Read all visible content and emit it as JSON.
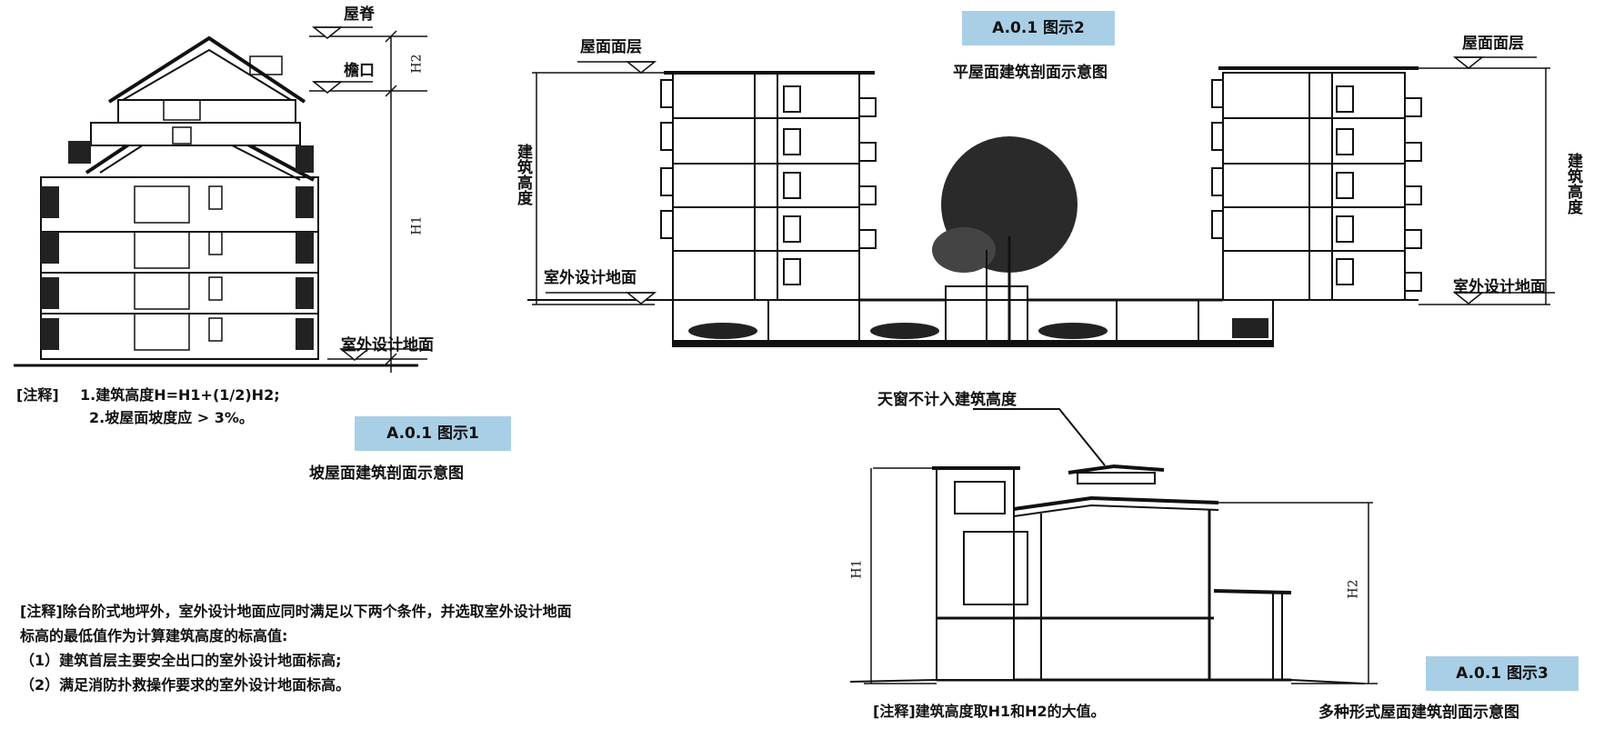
{
  "fig1": {
    "ridge_label": "屋脊",
    "eave_label": "檐口",
    "h2_label": "H2",
    "h1_label": "H1",
    "ground_label": "室外设计地面",
    "note_prefix": "[注释]",
    "note_line1": "1.建筑高度H=H1+(1/2)H2;",
    "note_line2": "2.坡屋面坡度应 > 3%。",
    "badge": "A.0.1 图示1",
    "caption": "坡屋面建筑剖面示意图"
  },
  "fig2": {
    "badge": "A.0.1 图示2",
    "caption": "平屋面建筑剖面示意图",
    "roof_left": "屋面面层",
    "roof_right": "屋面面层",
    "height_left": "建筑高度",
    "height_right": "建筑高度",
    "ground_left": "室外设计地面",
    "ground_right": "室外设计地面"
  },
  "fig3": {
    "skylight_label": "天窗不计入建筑高度",
    "h1_label": "H1",
    "h2_label": "H2",
    "note": "[注释]建筑高度取H1和H2的大值。",
    "badge": "A.0.1 图示3",
    "caption": "多种形式屋面建筑剖面示意图"
  },
  "general_note": {
    "line1": "[注释]除台阶式地坪外，室外设计地面应同时满足以下两个条件，并选取室外设计地面",
    "line2": "标高的最低值作为计算建筑高度的标高值:",
    "line3": "（1）建筑首层主要安全出口的室外设计地面标高;",
    "line4": "（2）满足消防扑救操作要求的室外设计地面标高。"
  }
}
